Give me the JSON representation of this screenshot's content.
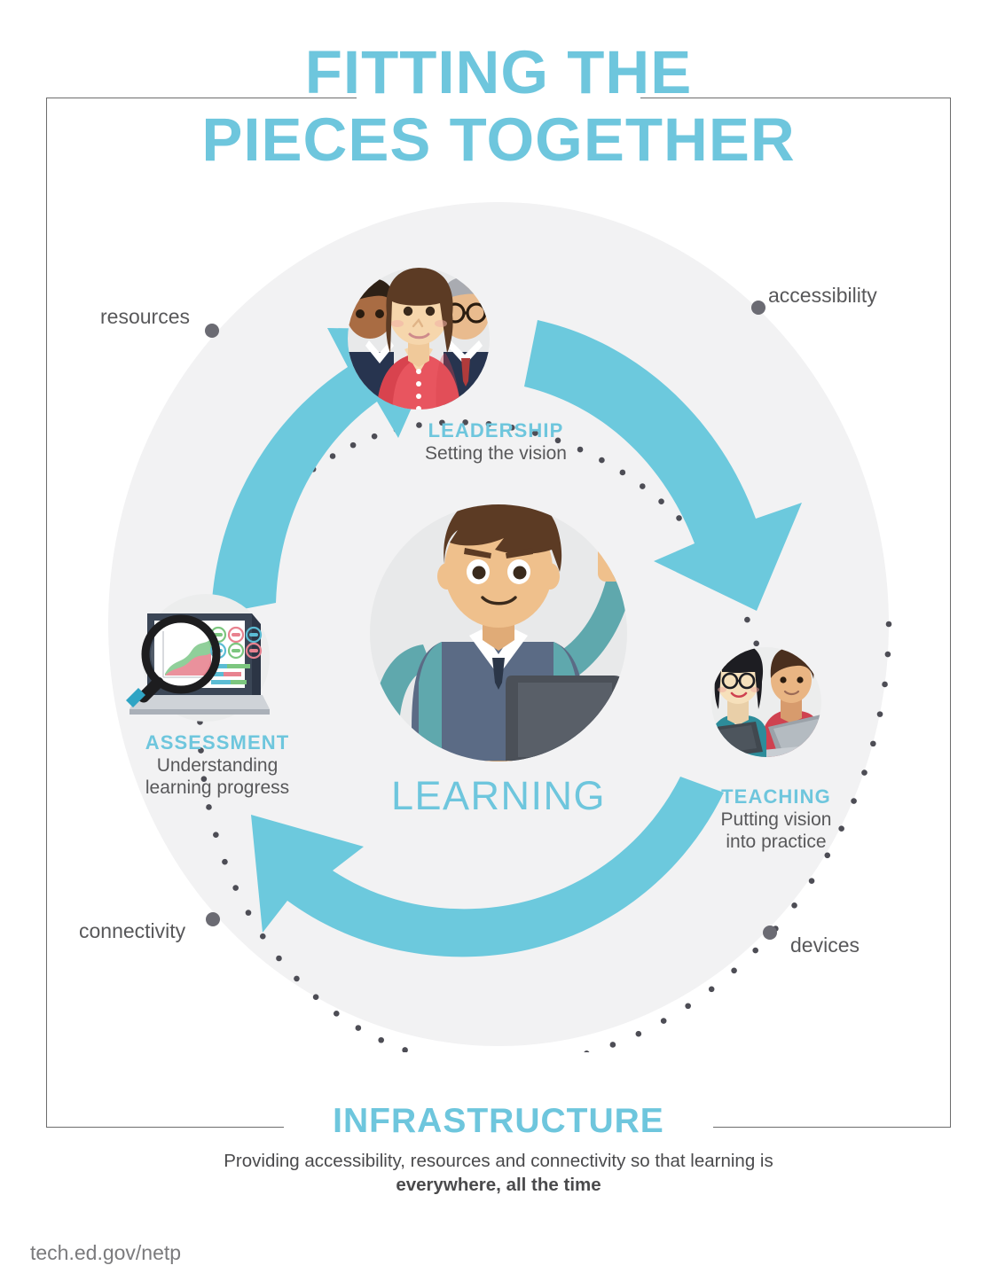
{
  "title": {
    "line1": "FITTING THE",
    "line2": "PIECES TOGETHER"
  },
  "colors": {
    "accent_blue": "#6ec6dd",
    "arrow_blue": "#6cc9dd",
    "circle_bg": "#f2f2f3",
    "text_gray": "#58585a",
    "frame_gray": "#6d6d6d",
    "dot_gray": "#4d4d55"
  },
  "outer_labels": [
    {
      "id": "resources",
      "text": "resources"
    },
    {
      "id": "accessibility",
      "text": "accessibility"
    },
    {
      "id": "connectivity",
      "text": "connectivity"
    },
    {
      "id": "devices",
      "text": "devices"
    }
  ],
  "nodes": {
    "leadership": {
      "title": "LEADERSHIP",
      "subtitle": "Setting the vision",
      "icon": "three-people-icon"
    },
    "assessment": {
      "title": "ASSESSMENT",
      "subtitle_line1": "Understanding",
      "subtitle_line2": "learning progress",
      "icon": "laptop-chart-magnifier-icon"
    },
    "teaching": {
      "title": "TEACHING",
      "subtitle_line1": "Putting vision",
      "subtitle_line2": "into practice",
      "icon": "teacher-student-laptops-icon"
    },
    "learning": {
      "title": "LEARNING",
      "icon": "student-raising-hand-icon"
    }
  },
  "footer": {
    "heading": "INFRASTRUCTURE",
    "description_line1": "Providing accessibility, resources and connectivity so that learning is",
    "description_line2": "everywhere, all the time",
    "url": "tech.ed.gov/netp"
  }
}
